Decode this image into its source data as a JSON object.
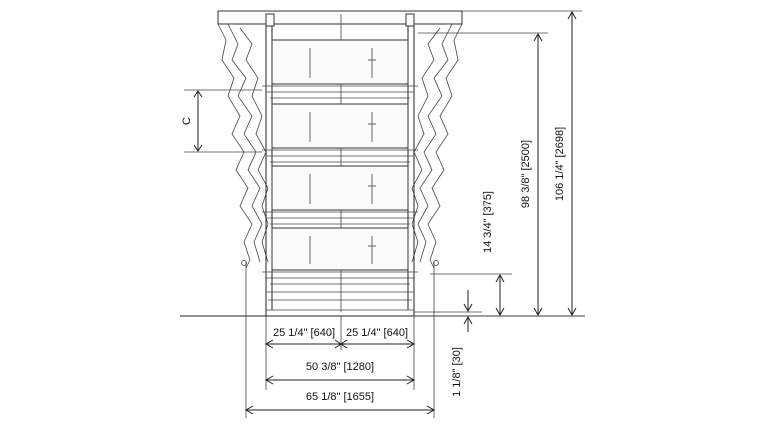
{
  "labels": {
    "c": "C",
    "w_left": "25 1/4\" [640]",
    "w_right": "25 1/4\" [640]",
    "w_inner": "50 3/8\" [1280]",
    "w_outer": "65 1/8\" [1655]",
    "h_total": "106 1/4\" [2698]",
    "h_upper": "98 3/8\" [2500]",
    "h_mid": "14 3/4\" [375]",
    "h_small": "1 1/8\" [30]"
  },
  "colors": {
    "line": "#222222",
    "background": "#ffffff"
  }
}
